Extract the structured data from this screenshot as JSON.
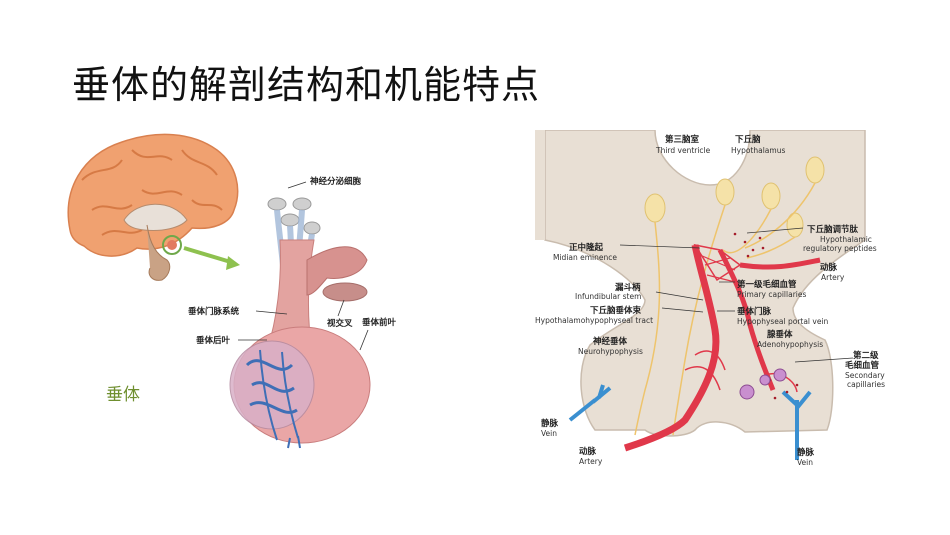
{
  "slide": {
    "title": "垂体的解剖结构和机能特点"
  },
  "left_figure": {
    "labels": {
      "neurosecretory": "神经分泌细胞",
      "portal_system": "垂体门脉系统",
      "optic_chiasm": "视交叉",
      "anterior_lobe": "垂体前叶",
      "posterior_lobe": "垂体后叶",
      "pituitary": "垂体"
    }
  },
  "right_figure": {
    "labels": {
      "third_ventricle_zh": "第三脑室",
      "third_ventricle_en": "Third ventricle",
      "hypothalamus_zh": "下丘脑",
      "hypothalamus_en": "Hypothalamus",
      "reg_peptides_zh": "下丘脑调节肽",
      "reg_peptides_en1": "Hypothalamic",
      "reg_peptides_en2": "regulatory peptides",
      "median_eminence_zh": "正中隆起",
      "median_eminence_en": "Midian eminence",
      "artery1_zh": "动脉",
      "artery1_en": "Artery",
      "infundibular_zh": "漏斗柄",
      "infundibular_en": "Infundibular stem",
      "primary_cap_zh": "第一级毛细血管",
      "primary_cap_en": "Primary capillaries",
      "tract_zh": "下丘脑垂体束",
      "tract_en": "Hypothalamohypophyseal tract",
      "portal_vein_zh": "垂体门脉",
      "portal_vein_en": "Hypophyseal portal vein",
      "neurohyp_zh": "神经垂体",
      "neurohyp_en": "Neurohypophysis",
      "adenohyp_zh": "腺垂体",
      "adenohyp_en": "Adenohypophysis",
      "secondary_zh1": "第二级",
      "secondary_zh2": "毛细血管",
      "secondary_en1": "Secondary",
      "secondary_en2": "capillaries",
      "vein1_zh": "静脉",
      "vein1_en": "Vein",
      "artery2_zh": "动脉",
      "artery2_en": "Artery",
      "vein2_zh": "静脉",
      "vein2_en": "Vein"
    }
  }
}
